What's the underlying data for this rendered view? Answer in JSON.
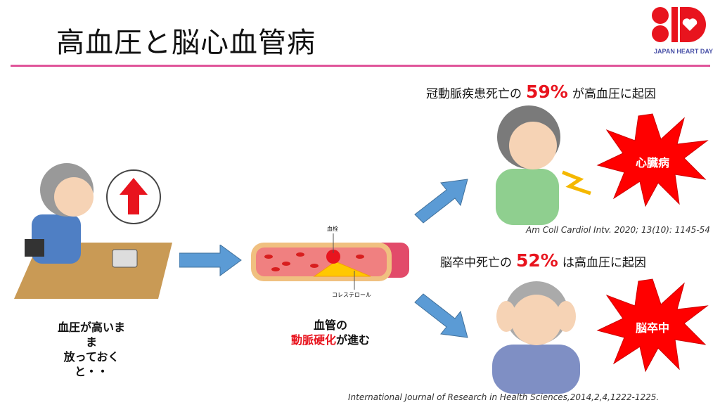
{
  "title": "高血圧と脳心血管病",
  "logo": {
    "text": "JAPAN HEART DAY",
    "color": "#e8141e"
  },
  "accent_color": "#e0559a",
  "left_caption": [
    "血圧が高いま",
    "ま",
    "放っておく",
    "と・・"
  ],
  "vessel": {
    "label_clot": "血栓",
    "label_cholesterol": "コレステロール"
  },
  "middle_caption": {
    "line1": "血管の",
    "highlight": "動脈硬化",
    "rest": "が進む"
  },
  "top_stat": {
    "prefix": "冠動脈疾患死亡の",
    "percent": "59%",
    "suffix": "が高血圧に起因",
    "citation": "Am Coll Cardiol Intv. 2020; 13(10): 1145-54",
    "burst": "心臓病"
  },
  "bottom_stat": {
    "prefix": "脳卒中死亡の",
    "percent": "52%",
    "suffix": "は高血圧に起因",
    "burst": "脳卒中"
  },
  "bottom_citation": "International Journal of Research in Health Sciences,2014,2,4,1222-1225."
}
